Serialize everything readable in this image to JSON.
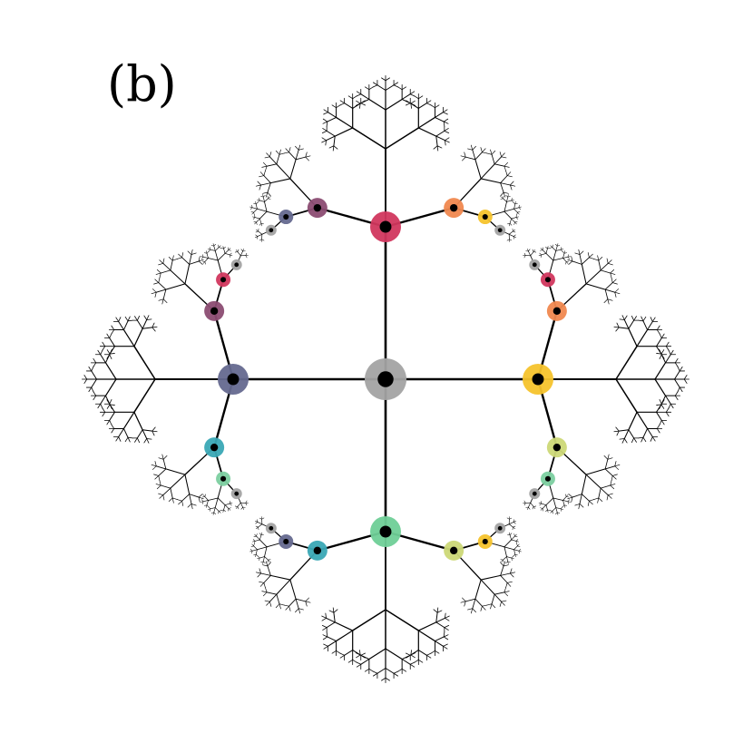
{
  "panel_label": "(b)",
  "colors": {
    "root": "#a3a3a3",
    "red": "#d1375e",
    "plum": "#8b4c72",
    "slate": "#65698f",
    "gray": "#a3a3a3",
    "orange": "#f0884f",
    "yellow": "#f5c32c",
    "lime": "#ccd877",
    "mint": "#7ccfa0",
    "teal": "#3aa8b5",
    "green": "#6fcf97"
  },
  "tree": {
    "arms": [
      {
        "direction": "up",
        "color": "red",
        "branches": [
          {
            "side": "left",
            "colors": [
              "plum",
              "slate",
              "gray"
            ]
          },
          {
            "side": "right",
            "colors": [
              "orange",
              "yellow",
              "gray"
            ]
          }
        ]
      },
      {
        "direction": "right",
        "color": "yellow",
        "branches": [
          {
            "side": "left",
            "colors": [
              "orange",
              "red",
              "gray"
            ]
          },
          {
            "side": "right",
            "colors": [
              "lime",
              "mint",
              "gray"
            ]
          }
        ]
      },
      {
        "direction": "down",
        "color": "green",
        "branches": [
          {
            "side": "left",
            "colors": [
              "lime",
              "yellow",
              "gray"
            ]
          },
          {
            "side": "right",
            "colors": [
              "teal",
              "slate",
              "gray"
            ]
          }
        ]
      },
      {
        "direction": "left",
        "color": "slate",
        "branches": [
          {
            "side": "left",
            "colors": [
              "teal",
              "mint",
              "gray"
            ]
          },
          {
            "side": "right",
            "colors": [
              "plum",
              "red",
              "gray"
            ]
          }
        ]
      }
    ]
  }
}
